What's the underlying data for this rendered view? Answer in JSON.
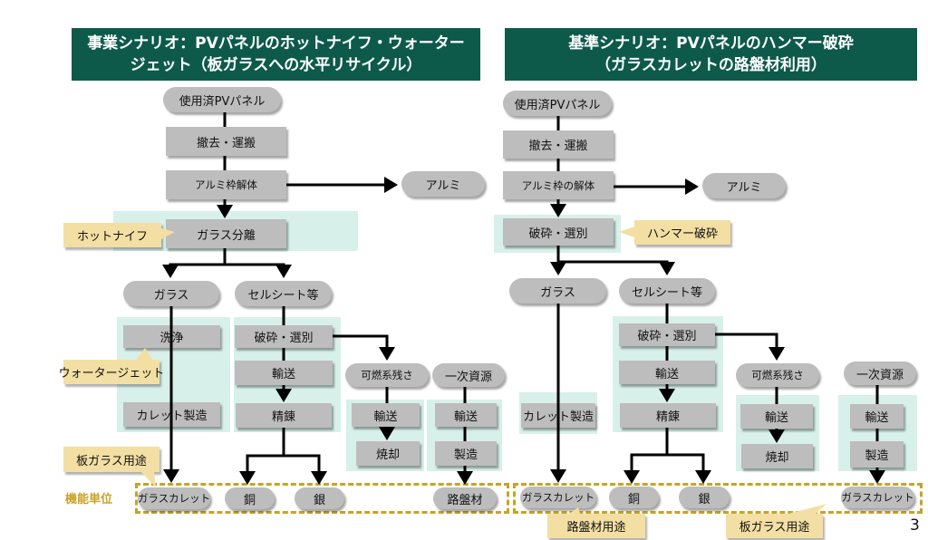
{
  "left": {
    "title_line1": "事業シナリオ：PVパネルのホットナイフ・ウォーター",
    "title_line2": "ジェット（板ガラスへの水平リサイクル）",
    "nodes": {
      "used_panel": "使用済PVパネル",
      "removal": "撤去・運搬",
      "al_frame": "アルミ枠解体",
      "aluminum": "アルミ",
      "glass_sep": "ガラス分離",
      "glass": "ガラス",
      "cell_sheet": "セルシート等",
      "wash": "洗浄",
      "cullet_make": "カレット製造",
      "crush_sort": "破砕・選別",
      "transport1": "輸送",
      "refine": "精錬",
      "combustible": "可燃系残さ",
      "transport2": "輸送",
      "incinerate": "焼却",
      "primary": "一次資源",
      "transport3": "輸送",
      "manufacture": "製造",
      "out_cullet": "ガラスカレット",
      "out_copper": "銅",
      "out_silver": "銀",
      "out_roadbed": "路盤材"
    },
    "callouts": {
      "hotknife": "ホットナイフ",
      "waterjet": "ウォータージェット",
      "plate_glass": "板ガラス用途"
    },
    "functional_unit_label": "機能単位"
  },
  "right": {
    "title_line1": "基準シナリオ：PVパネルのハンマー破砕",
    "title_line2": "（ガラスカレットの路盤材利用）",
    "nodes": {
      "used_panel": "使用済PVパネル",
      "removal": "撤去・運搬",
      "al_frame": "アルミ枠の解体",
      "aluminum": "アルミ",
      "crush_sort_main": "破砕・選別",
      "glass": "ガラス",
      "cell_sheet": "セルシート等",
      "cullet_make": "カレット製造",
      "crush_sort": "破砕・選別",
      "transport1": "輸送",
      "refine": "精錬",
      "combustible": "可燃系残さ",
      "transport2": "輸送",
      "incinerate": "焼却",
      "primary": "一次資源",
      "transport3": "輸送",
      "manufacture": "製造",
      "out_cullet": "ガラスカレット",
      "out_copper": "銅",
      "out_silver": "銀",
      "out_cullet2": "ガラスカレット"
    },
    "callouts": {
      "hammer": "ハンマー破砕",
      "roadbed_use": "路盤材用途",
      "plate_glass": "板ガラス用途"
    }
  },
  "page_number": "3",
  "colors": {
    "title_bg": "#0d5a4b",
    "zone_bg": "#d8f0ea",
    "node_gray": "#bdbdbd",
    "callout_bg": "#f3dfa3",
    "functional_unit": "#c9a227"
  }
}
